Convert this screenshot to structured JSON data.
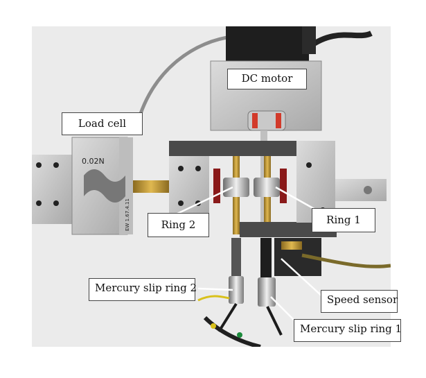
{
  "labels": {
    "dc_motor": "DC motor",
    "load_cell": "Load cell",
    "ring_2": "Ring 2",
    "ring_1": "Ring 1",
    "mercury_slip_ring_2": "Mercury slip ring 2",
    "speed_sensor": "Speed sensor",
    "mercury_slip_ring_1": "Mercury slip ring 1"
  },
  "load_cell_markings": {
    "top_text": "0.02N",
    "side_text": "EW 1.67.4.11"
  },
  "colors": {
    "background": "#e9e9e9",
    "aluminium": "#c9c9c9",
    "dark_bracket": "#4a4a4a",
    "motor_black": "#1e1e1e",
    "brass": "#c8a040",
    "coupling_red": "#d23a2a"
  }
}
